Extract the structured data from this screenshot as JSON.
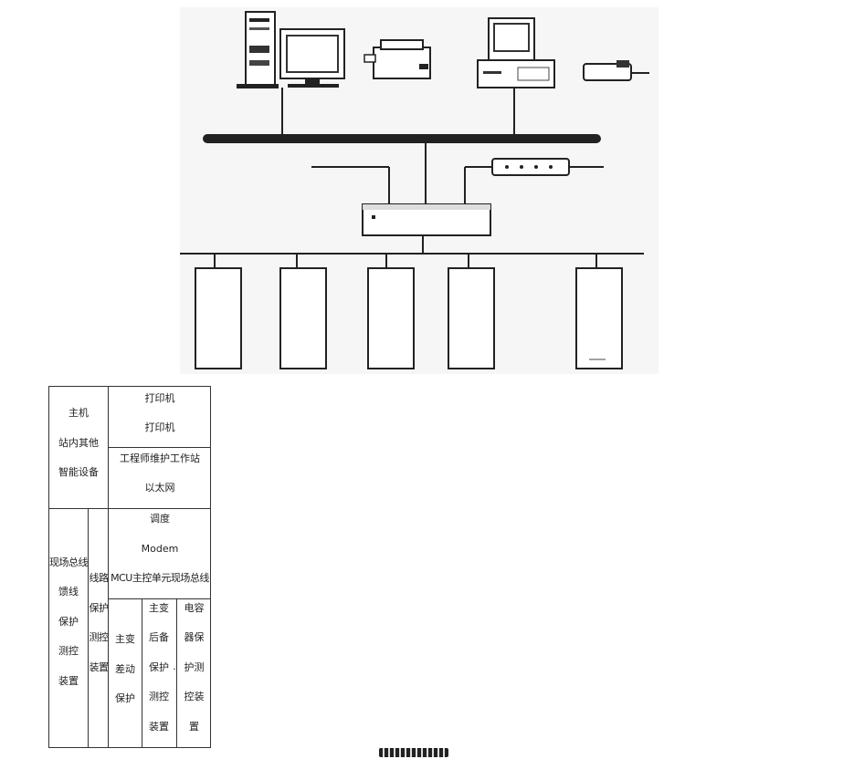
{
  "labels": {
    "top_left": [
      "主机",
      "站内其他",
      "智能设备"
    ],
    "top_right_a": [
      "打印机",
      "打印机"
    ],
    "top_right_b": [
      "工程师维护工作站",
      "以太网"
    ],
    "bottom_left": [
      "现场总线",
      "馈线",
      "保护",
      "测控",
      "装置"
    ],
    "line_protect": [
      "线路",
      "保护",
      "测控",
      "装置"
    ],
    "middle": [
      "调度",
      "Modem",
      "MCU主控单元现场总线"
    ],
    "main_diff": [
      "主变",
      "差动",
      "保护"
    ],
    "main_backup": [
      "主变",
      "后备",
      "保护",
      "测控",
      "装置"
    ],
    "dot": "·",
    "capacitor": [
      "电容",
      "器保",
      "护测",
      "控装",
      "置"
    ]
  },
  "icons": [
    "server-tower-icon",
    "monitor-icon",
    "printer-icon",
    "workstation-icon",
    "small-printer-icon",
    "modem-icon",
    "mcu-unit-icon",
    "relay-cabinet-icon"
  ]
}
